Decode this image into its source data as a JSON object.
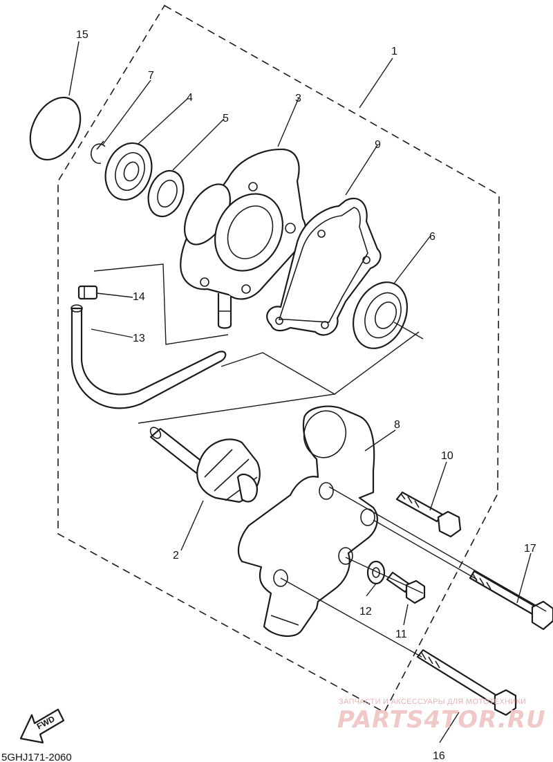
{
  "diagram": {
    "callouts": {
      "c1": "1",
      "c2": "2",
      "c3": "3",
      "c4": "4",
      "c5": "5",
      "c6": "6",
      "c7": "7",
      "c8": "8",
      "c9": "9",
      "c10": "10",
      "c11": "11",
      "c12": "12",
      "c13": "13",
      "c14": "14",
      "c15": "15",
      "c16": "16",
      "c17": "17"
    },
    "diagram_code": "5GHJ171-2060",
    "direction_arrow": "FWD",
    "watermark": {
      "caption": "ЗАПЧАСТИ И АКСЕССУАРЫ ДЛЯ МОТОТЕХНИКИ",
      "brand": "PARTS4TOR.RU"
    }
  }
}
